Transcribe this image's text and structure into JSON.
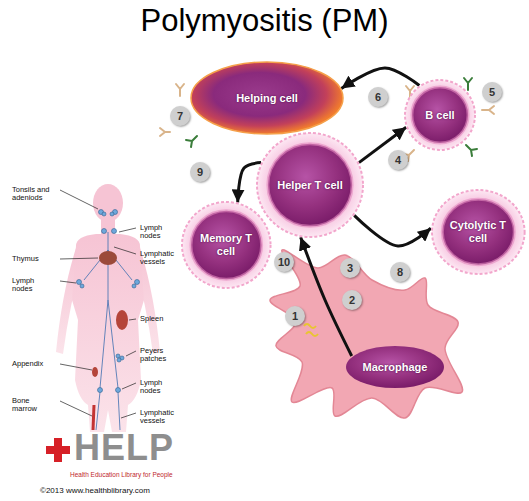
{
  "diagram": {
    "title": "Polymyositis (PM)",
    "nodes": [
      {
        "text": [
          "Helping cell"
        ]
      },
      {
        "text": [
          "B cell"
        ]
      },
      {
        "text": [
          "Helper T cell"
        ]
      },
      {
        "text": [
          "Memory T cell"
        ]
      },
      {
        "text": [
          "Cytolytic T cell"
        ]
      },
      {
        "text": [
          "Macrophage"
        ]
      }
    ],
    "edges": [
      {
        "from": 5,
        "to": 2,
        "arrow": "to"
      },
      {
        "from": 2,
        "to": 1,
        "arrow": "to"
      },
      {
        "from": 1,
        "to": 0,
        "arrow": "to"
      },
      {
        "from": 2,
        "to": 3,
        "arrow": "to"
      },
      {
        "from": 2,
        "to": 4,
        "arrow": "to"
      }
    ],
    "labels": [
      "1",
      "2",
      "3",
      "4",
      "5",
      "6",
      "7",
      "8",
      "9",
      "10",
      "Tonsils and adeniods",
      "Lymph nodes",
      "Lymphatic vessels",
      "Thymus",
      "Lymph nodes",
      "Spleen",
      "Peyers patches",
      "Appendix",
      "Lymph nodes",
      "Bone marrow",
      "Lymphatic vessels",
      "HELP",
      "Health Education Library for People",
      "©2013 www.healthblibrary.com"
    ]
  }
}
